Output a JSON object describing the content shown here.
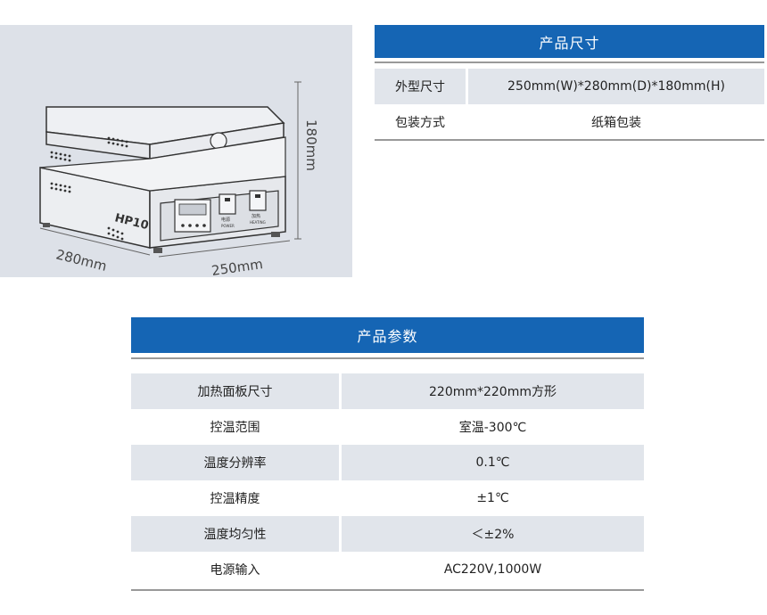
{
  "product_image": {
    "dim_height": "180mm",
    "dim_depth": "280mm",
    "dim_width": "250mm",
    "model_label": "HP10",
    "button1_label": "电源",
    "button1_sub": "POWER",
    "button2_label": "加热",
    "button2_sub": "HEATING"
  },
  "size_table": {
    "title": "产品尺寸",
    "rows": [
      {
        "label": "外型尺寸",
        "value": "250mm(W)*280mm(D)*180mm(H)"
      },
      {
        "label": "包装方式",
        "value": "纸箱包装"
      }
    ]
  },
  "param_table": {
    "title": "产品参数",
    "rows": [
      {
        "label": "加热面板尺寸",
        "value": "220mm*220mm方形"
      },
      {
        "label": "控温范围",
        "value": "室温-300℃"
      },
      {
        "label": "温度分辨率",
        "value": "0.1℃"
      },
      {
        "label": "控温精度",
        "value": "±1℃"
      },
      {
        "label": "温度均匀性",
        "value": "＜±2%"
      },
      {
        "label": "电源输入",
        "value": "AC220V,1000W"
      }
    ]
  },
  "colors": {
    "header_blue": "#1565b4",
    "row_shade": "#e1e5eb",
    "panel_bg": "#dde1e8"
  }
}
